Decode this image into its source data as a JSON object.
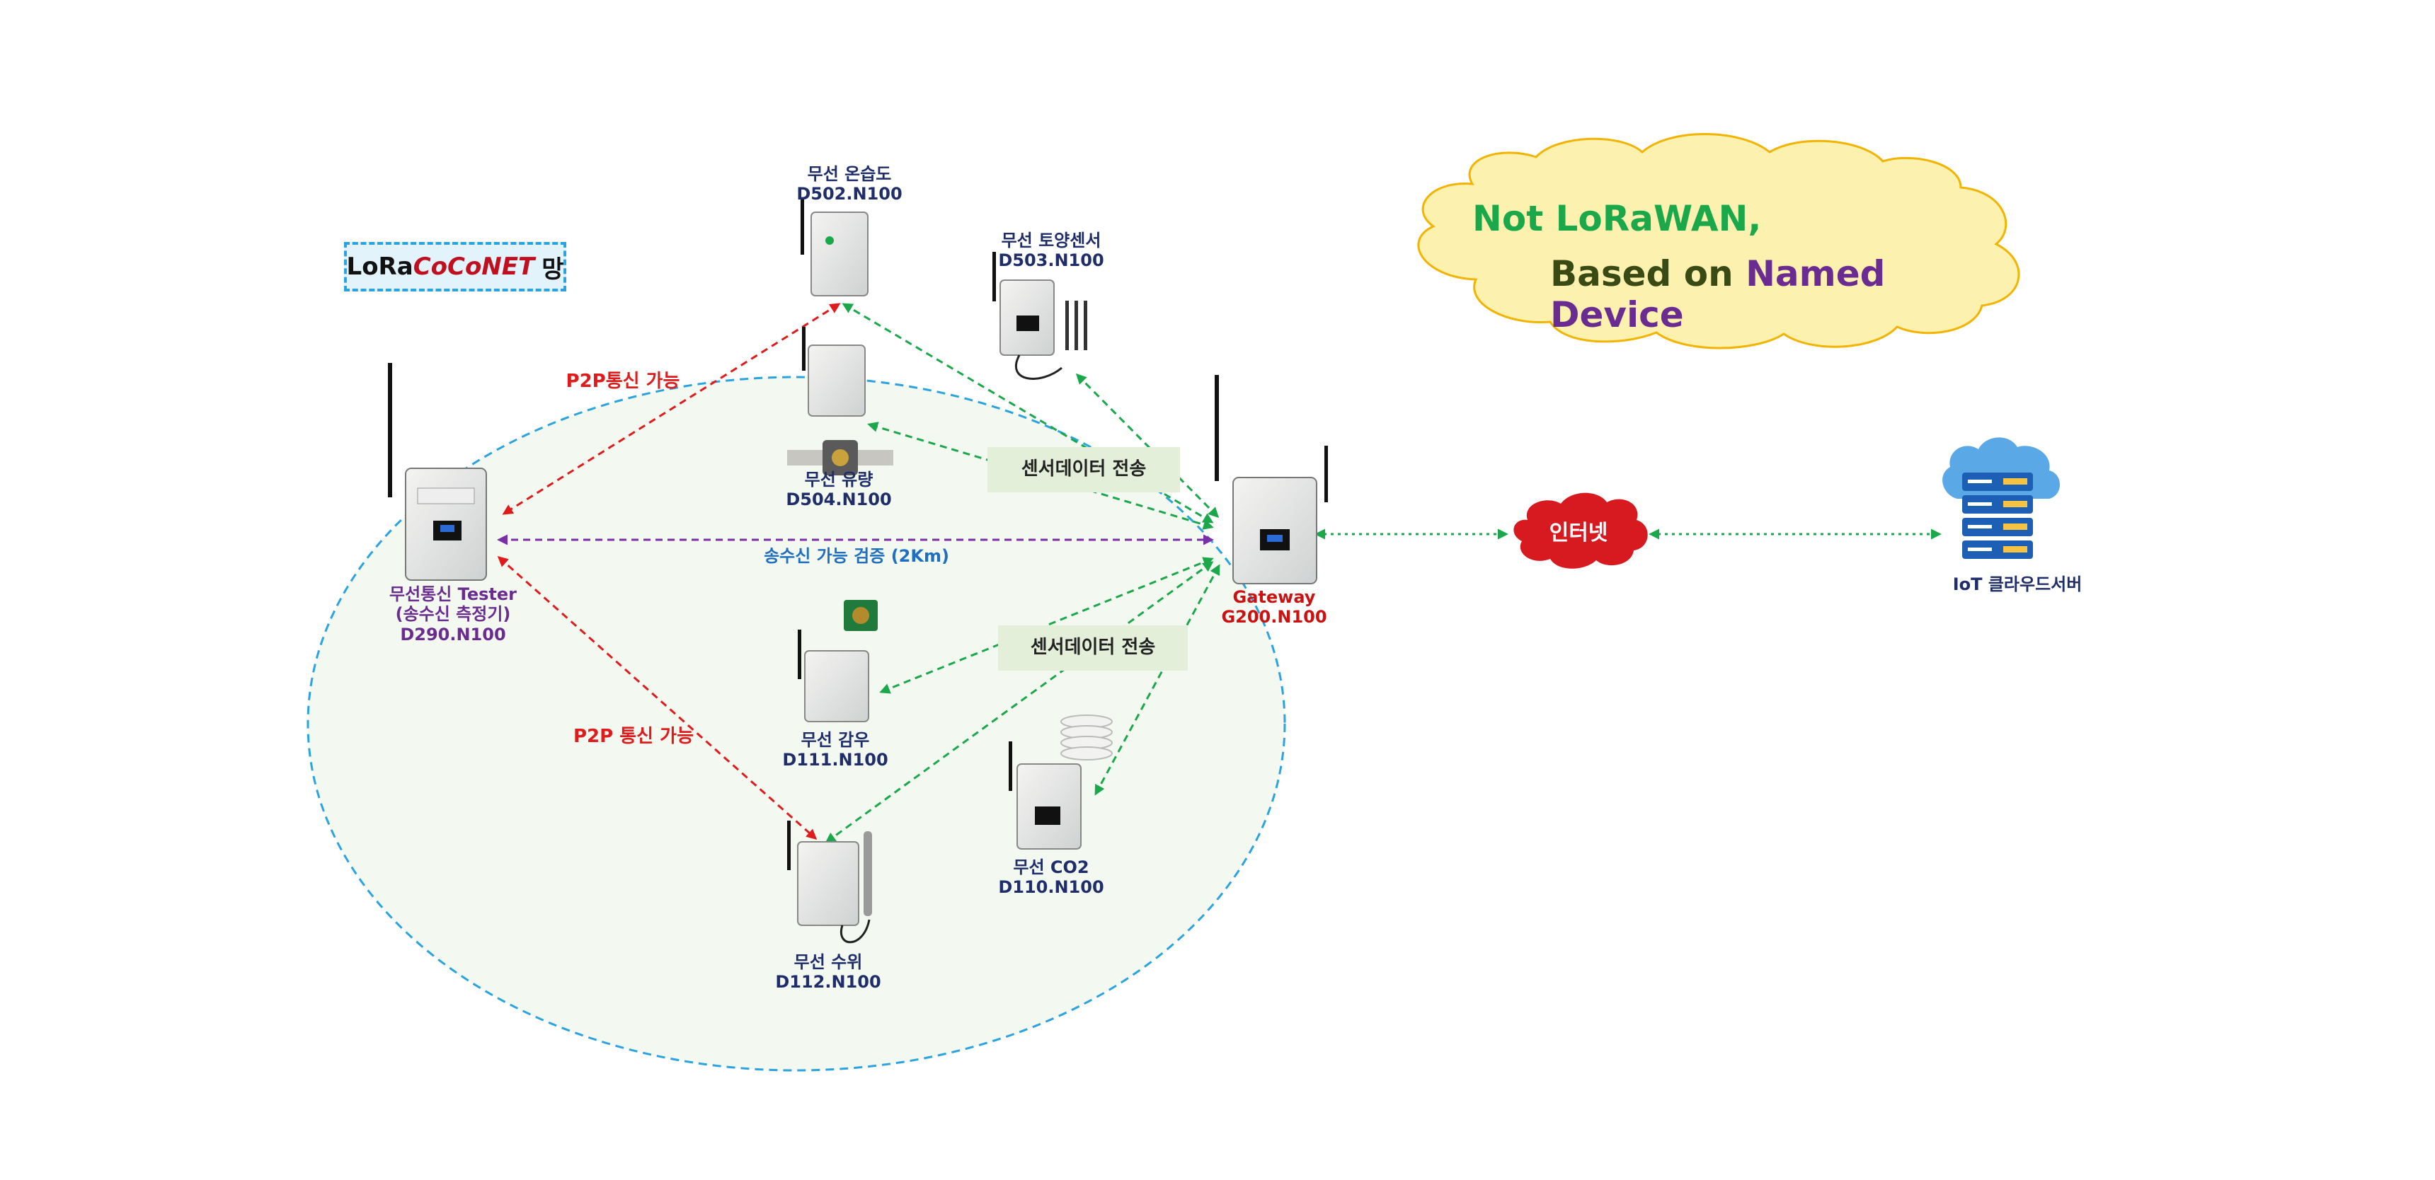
{
  "network_badge": {
    "part_a": "LoRa",
    "part_b": "CoCoNET",
    "part_c": "망"
  },
  "cloud_text": {
    "line1": "Not LoRaWAN,",
    "line2_a": "Based on ",
    "line2_b": "Named Device"
  },
  "devices": {
    "tester": {
      "line1": "무선통신 Tester",
      "line2": "(송수신 측정기)",
      "line3": "D290.N100"
    },
    "humidity": {
      "line1": "무선 온습도",
      "line2": "D502.N100"
    },
    "soil": {
      "line1": "무선 토양센서",
      "line2": "D503.N100"
    },
    "flow": {
      "line1": "무선 유량",
      "line2": "D504.N100"
    },
    "rain": {
      "line1": "무선 감우",
      "line2": "D111.N100"
    },
    "co2": {
      "line1": "무선 CO2",
      "line2": "D110.N100"
    },
    "water_level": {
      "line1": "무선 수위",
      "line2": "D112.N100"
    },
    "gateway": {
      "line1": "Gateway",
      "line2": "G200.N100"
    },
    "cloud_server": {
      "line1": "IoT 클라우드서버"
    }
  },
  "links": {
    "p2p_top": "P2P통신 가능",
    "p2p_bottom": "P2P 통신 가능",
    "range_check": "송수신 가능 검증 (2Km)",
    "sensor_tx_top": "센서데이터 전송",
    "sensor_tx_bottom": "센서데이터 전송",
    "internet": "인터넷"
  },
  "colors": {
    "p2p": "#e01b1b",
    "sensor_link": "#1aa84b",
    "range_link": "#7a2fa8",
    "coverage_circle": "#2aa3e0",
    "coverage_fill": "#f3f9f1",
    "cloud_fill": "#fdf1b0",
    "cloud_stroke": "#f2b400",
    "internet_fill": "#d71920"
  }
}
